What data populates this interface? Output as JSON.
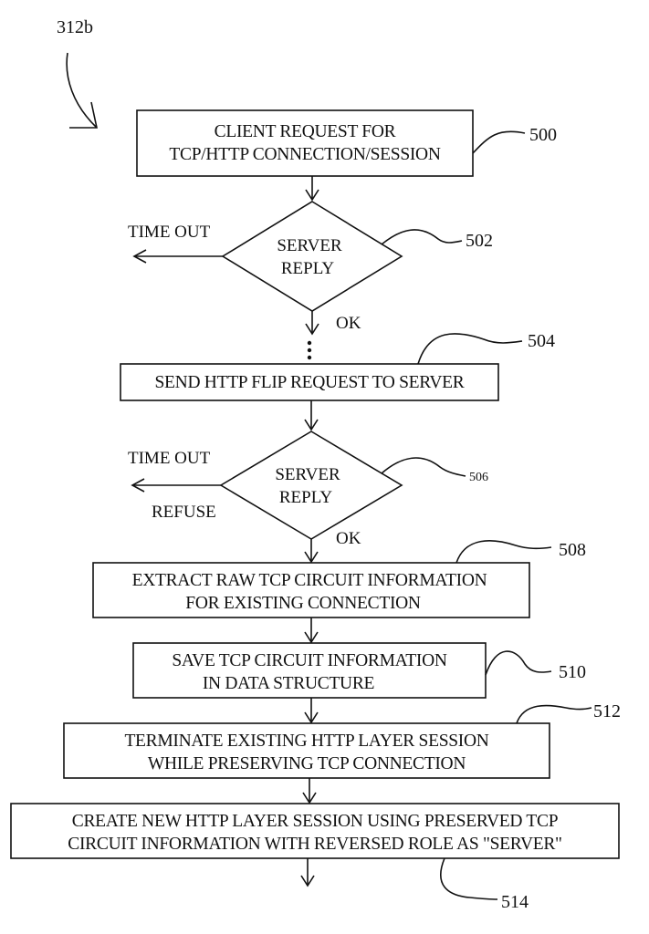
{
  "figure_label": "312b",
  "steps": {
    "s500": {
      "ref": "500",
      "lines": [
        "CLIENT REQUEST FOR",
        "TCP/HTTP CONNECTION/SESSION"
      ]
    },
    "d502": {
      "ref": "502",
      "lines": [
        "SERVER",
        "REPLY"
      ],
      "left_label": "TIME OUT",
      "bottom_label": "OK"
    },
    "s504": {
      "ref": "504",
      "lines": [
        "SEND HTTP FLIP REQUEST TO SERVER"
      ]
    },
    "d506": {
      "ref": "506",
      "lines": [
        "SERVER",
        "REPLY"
      ],
      "left_label_top": "TIME OUT",
      "left_label_bottom": "REFUSE",
      "bottom_label": "OK"
    },
    "s508": {
      "ref": "508",
      "lines": [
        "EXTRACT RAW TCP CIRCUIT INFORMATION",
        "FOR EXISTING CONNECTION"
      ]
    },
    "s510": {
      "ref": "510",
      "lines": [
        "SAVE TCP CIRCUIT INFORMATION",
        "IN DATA STRUCTURE"
      ]
    },
    "s512": {
      "ref": "512",
      "lines": [
        "TERMINATE EXISTING HTTP LAYER SESSION",
        "WHILE PRESERVING TCP CONNECTION"
      ]
    },
    "s514": {
      "ref": "514",
      "lines": [
        "CREATE NEW HTTP LAYER SESSION USING PRESERVED TCP",
        "CIRCUIT INFORMATION WITH REVERSED ROLE AS \"SERVER\""
      ]
    }
  }
}
